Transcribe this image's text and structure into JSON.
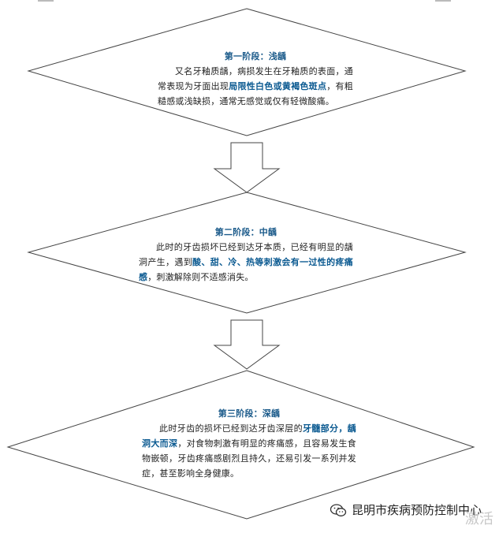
{
  "stages": [
    {
      "title": "第一阶段：浅龋",
      "body_parts": [
        {
          "text": "又名牙釉质龋，病损发生在牙釉质的表面，通常表现为牙面出现",
          "highlight": false
        },
        {
          "text": "局限性白色或黄褐色斑点",
          "highlight": true
        },
        {
          "text": "，有粗糙感或浅缺损，通常无感觉或仅有轻微酸痛。",
          "highlight": false
        }
      ]
    },
    {
      "title": "第二阶段：中龋",
      "body_parts": [
        {
          "text": "此时的牙齿损坏已经到达牙本质，已经有明显的龋洞产生，遇到",
          "highlight": false
        },
        {
          "text": "酸、甜、冷、热等刺激会有一过性的疼痛感",
          "highlight": true
        },
        {
          "text": "，刺激解除则不适感消失。",
          "highlight": false
        }
      ]
    },
    {
      "title": "第三阶段：深龋",
      "body_parts": [
        {
          "text": "此时牙齿的损坏已经到达牙齿深层的",
          "highlight": false
        },
        {
          "text": "牙髓部分，龋洞大而深",
          "highlight": true
        },
        {
          "text": "，对食物刺激有明显的疼痛感，且容易发生食物嵌顿，牙齿疼痛感剧烈且持久，还易引发一系列并发症，甚至影响全身健康。",
          "highlight": false
        }
      ]
    }
  ],
  "watermark": {
    "text": "昆明市疾病预防控制中心",
    "icon": "wechat-icon"
  },
  "overlay_text": "激活",
  "colors": {
    "line": "#444444",
    "highlight": "#0b5a91",
    "title": "#1a5a8a"
  }
}
